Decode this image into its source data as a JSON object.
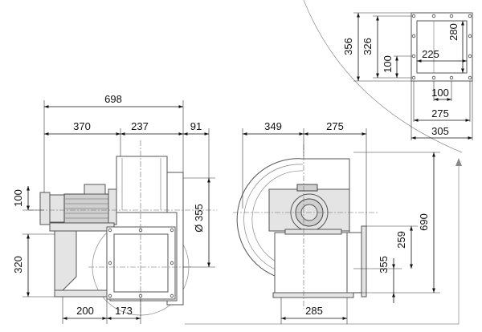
{
  "dimensions": {
    "side_total_length": "698",
    "side_motor_length": "370",
    "side_housing_length": "237",
    "side_offset_right": "91",
    "motor_axis_height": "100",
    "inlet_diameter": "Ø 355",
    "outlet_center_height": "320",
    "base_foot_length": "200",
    "outlet_offset": "173",
    "front_width_left": "349",
    "front_width_right": "275",
    "front_total_height": "690",
    "front_outlet_top": "259",
    "front_outlet_height": "355",
    "front_base_width": "285",
    "flange_outer_height": "356",
    "flange_bolt_height": "326",
    "flange_inner_height": "280",
    "flange_hole_spacing_v": "100",
    "flange_inner_width": "225",
    "flange_hole_spacing_h": "100",
    "flange_bolt_width": "275",
    "flange_outer_width": "305"
  },
  "colors": {
    "line": "#111111",
    "body_outline": "#555555",
    "body_fill": "#e4e4e4"
  }
}
